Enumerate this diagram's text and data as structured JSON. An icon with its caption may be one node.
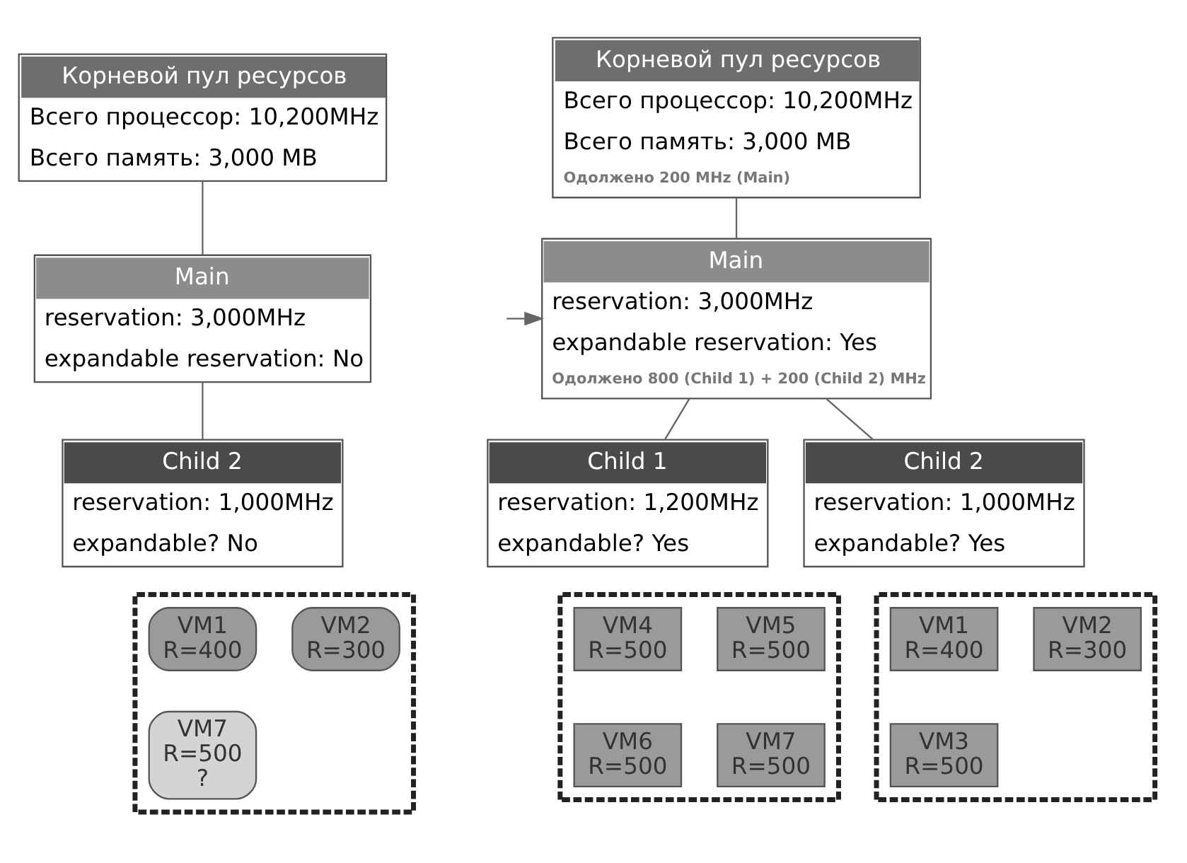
{
  "diagram": {
    "nodes": [
      {
        "text": [
          "Корневой пул ресурсов",
          "Всего процессор: 10,200MHz",
          "Всего память: 3,000 MB"
        ]
      },
      {
        "text": [
          "Main",
          "reservation: 3,000MHz",
          "expandable reservation: No"
        ]
      },
      {
        "text": [
          "Child 2",
          "reservation: 1,000MHz",
          "expandable? No"
        ]
      },
      {
        "text": [],
        "shape": "box"
      },
      {
        "text": [
          "VM1",
          "R=400"
        ],
        "in": 3
      },
      {
        "text": [
          "VM2",
          "R=300"
        ],
        "in": 3
      },
      {
        "text": [
          "VM7",
          "R=500",
          "?"
        ],
        "in": 3
      },
      {
        "text": [
          "Корневой пул ресурсов",
          "Всего процессор: 10,200MHz",
          "Всего память: 3,000 MB",
          "Одолжено 200 MHz (Main)"
        ]
      },
      {
        "text": [
          "Main",
          "reservation: 3,000MHz",
          "expandable reservation: Yes",
          "Одолжено 800 (Child 1) + 200 (Child 2) MHz"
        ]
      },
      {
        "text": [
          "Child 1",
          "reservation: 1,200MHz",
          "expandable? Yes"
        ]
      },
      {
        "text": [
          "Child 2",
          "reservation: 1,000MHz",
          "expandable? Yes"
        ]
      },
      {
        "text": [],
        "shape": "box"
      },
      {
        "text": [
          "VM4",
          "R=500"
        ],
        "in": 11
      },
      {
        "text": [
          "VM5",
          "R=500"
        ],
        "in": 11
      },
      {
        "text": [
          "VM6",
          "R=500"
        ],
        "in": 11
      },
      {
        "text": [
          "VM7",
          "R=500"
        ],
        "in": 11
      },
      {
        "text": [],
        "shape": "box"
      },
      {
        "text": [
          "VM1",
          "R=400"
        ],
        "in": 16
      },
      {
        "text": [
          "VM2",
          "R=300"
        ],
        "in": 16
      },
      {
        "text": [
          "VM3",
          "R=500"
        ],
        "in": 16
      }
    ],
    "edges": [
      {
        "from": 0,
        "to": 1,
        "arrow": "none"
      },
      {
        "from": 1,
        "to": 2,
        "arrow": "none"
      },
      {
        "from": 7,
        "to": 8,
        "arrow": "none"
      },
      {
        "from": 8,
        "to": 9,
        "arrow": "none"
      },
      {
        "from": 8,
        "to": 10,
        "arrow": "none"
      },
      {
        "from": null,
        "to": 8,
        "arrow": "to"
      }
    ]
  }
}
